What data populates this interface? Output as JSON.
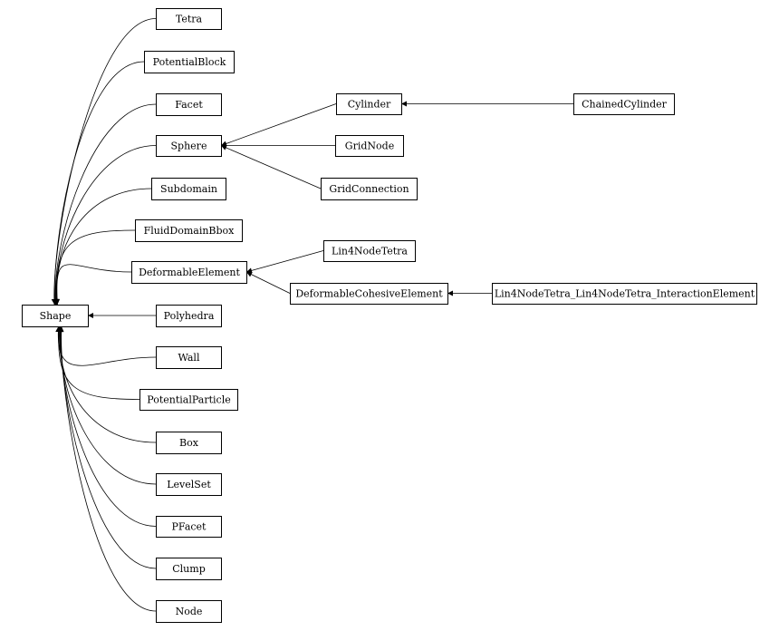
{
  "diagram": {
    "nodes": [
      {
        "id": "shape",
        "label": "Shape"
      },
      {
        "id": "tetra",
        "label": "Tetra"
      },
      {
        "id": "potentialblock",
        "label": "PotentialBlock"
      },
      {
        "id": "facet",
        "label": "Facet"
      },
      {
        "id": "sphere",
        "label": "Sphere"
      },
      {
        "id": "subdomain",
        "label": "Subdomain"
      },
      {
        "id": "fluiddomainbbox",
        "label": "FluidDomainBbox"
      },
      {
        "id": "deformableelement",
        "label": "DeformableElement"
      },
      {
        "id": "polyhedra",
        "label": "Polyhedra"
      },
      {
        "id": "wall",
        "label": "Wall"
      },
      {
        "id": "potentialparticle",
        "label": "PotentialParticle"
      },
      {
        "id": "box",
        "label": "Box"
      },
      {
        "id": "levelset",
        "label": "LevelSet"
      },
      {
        "id": "pfacet",
        "label": "PFacet"
      },
      {
        "id": "clump",
        "label": "Clump"
      },
      {
        "id": "node",
        "label": "Node"
      },
      {
        "id": "cylinder",
        "label": "Cylinder"
      },
      {
        "id": "gridnode",
        "label": "GridNode"
      },
      {
        "id": "gridconnection",
        "label": "GridConnection"
      },
      {
        "id": "chainedcylinder",
        "label": "ChainedCylinder"
      },
      {
        "id": "lin4nodetetra",
        "label": "Lin4NodeTetra"
      },
      {
        "id": "deformablecohesiveelement",
        "label": "DeformableCohesiveElement"
      },
      {
        "id": "lin4nodetetra-interaction",
        "label": "Lin4NodeTetra_Lin4NodeTetra_InteractionElement"
      }
    ],
    "edges": [
      {
        "from": "tetra",
        "to": "shape"
      },
      {
        "from": "potentialblock",
        "to": "shape"
      },
      {
        "from": "facet",
        "to": "shape"
      },
      {
        "from": "sphere",
        "to": "shape"
      },
      {
        "from": "subdomain",
        "to": "shape"
      },
      {
        "from": "fluiddomainbbox",
        "to": "shape"
      },
      {
        "from": "deformableelement",
        "to": "shape"
      },
      {
        "from": "polyhedra",
        "to": "shape"
      },
      {
        "from": "wall",
        "to": "shape"
      },
      {
        "from": "potentialparticle",
        "to": "shape"
      },
      {
        "from": "box",
        "to": "shape"
      },
      {
        "from": "levelset",
        "to": "shape"
      },
      {
        "from": "pfacet",
        "to": "shape"
      },
      {
        "from": "clump",
        "to": "shape"
      },
      {
        "from": "node",
        "to": "shape"
      },
      {
        "from": "cylinder",
        "to": "sphere"
      },
      {
        "from": "gridnode",
        "to": "sphere"
      },
      {
        "from": "gridconnection",
        "to": "sphere"
      },
      {
        "from": "chainedcylinder",
        "to": "cylinder"
      },
      {
        "from": "lin4nodetetra",
        "to": "deformableelement"
      },
      {
        "from": "deformablecohesiveelement",
        "to": "deformableelement"
      },
      {
        "from": "lin4nodetetra-interaction",
        "to": "deformablecohesiveelement"
      }
    ],
    "colors": {
      "stroke": "#000000",
      "fill": "#ffffff",
      "text": "#000000"
    }
  }
}
